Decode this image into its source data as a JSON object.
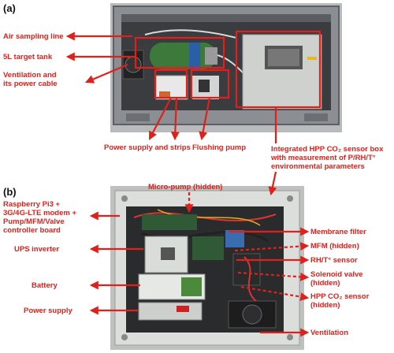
{
  "panels": {
    "a": "(a)",
    "b": "(b)"
  },
  "labels_a": {
    "air_sampling": "Air sampling line",
    "target_tank": "5L target tank",
    "ventilation_line1": "Ventilation and",
    "ventilation_line2": "its power cable",
    "power_supply_strips": "Power supply and strips",
    "flushing_pump": "Flushing pump",
    "sensor_box_line1": "Integrated HPP CO₂ sensor box",
    "sensor_box_line2": "with measurement of P/RH/T°",
    "sensor_box_line3": "environmental parameters"
  },
  "labels_b": {
    "micro_pump": "Micro-pump (hidden)",
    "controller_line1": "Raspberry Pi3 +",
    "controller_line2": "3G/4G-LTE modem +",
    "controller_line3": "Pump/MFM/Valve",
    "controller_line4": "controller board",
    "ups_inverter": "UPS inverter",
    "battery": "Battery",
    "power_supply": "Power supply",
    "membrane_filter": "Membrane filter",
    "mfm": "MFM (hidden)",
    "rh_t_sensor": "RH/T° sensor",
    "solenoid_line1": "Solenoid valve",
    "solenoid_line2": "(hidden)",
    "hpp_line1": "HPP CO₂ sensor",
    "hpp_line2": "(hidden)",
    "ventilation": "Ventilation"
  },
  "colors": {
    "annotation_red": "#e0201b",
    "case_metal": "#8b8e92",
    "case_interior": "#3a3c40",
    "sensor_box": "#cfd1cf",
    "enclosure_grey": "#bfc1bf",
    "board_green": "#2f5a35",
    "module_light": "#d9ddd9"
  },
  "photo_a_scene": "open metal equipment case with tank, pumps and sensor box",
  "photo_b_scene": "open grey electronics enclosure with boards, battery and cables"
}
